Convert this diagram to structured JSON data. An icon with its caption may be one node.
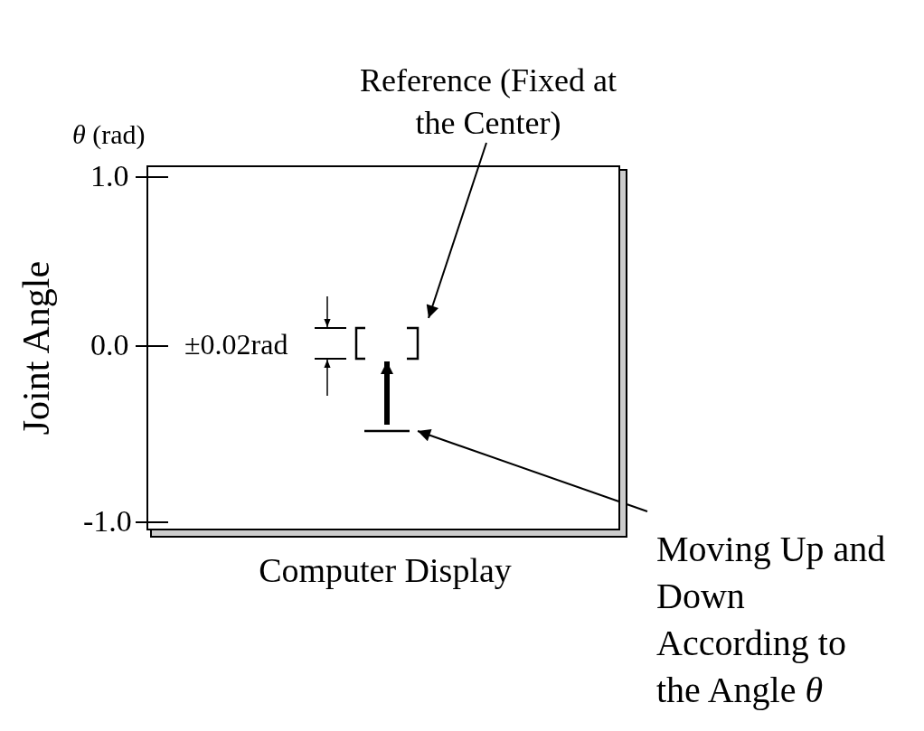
{
  "diagram": {
    "nodes": [
      {
        "text": [
          "Computer Display"
        ]
      },
      {
        "text": [],
        "shape": "bracket",
        "in": 0
      },
      {
        "text": [],
        "shape": "bar",
        "in": 0
      },
      {
        "text": [
          "Reference (Fixed at the Center)"
        ]
      },
      {
        "text": [
          "Moving Up and Down According to the Angle *θ*"
        ]
      }
    ],
    "edges": [
      {
        "from": 3,
        "to": 1,
        "arrow": "to"
      },
      {
        "from": 4,
        "to": 2,
        "arrow": "to"
      },
      {
        "from": 2,
        "to": 1,
        "arrow": "to",
        "style": "thick"
      }
    ],
    "labels": [
      "*θ* (rad)",
      "1.0",
      "0.0",
      "-1.0",
      "Joint Angle",
      "±0.02rad"
    ]
  }
}
